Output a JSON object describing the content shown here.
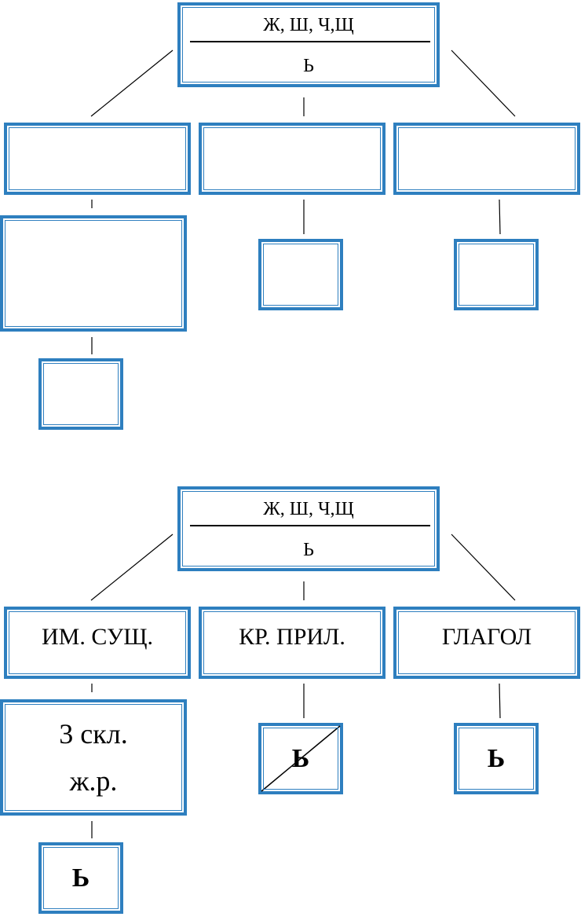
{
  "accent_color": "#2e7fbf",
  "diagram_empty": {
    "root": {
      "top": "Ж, Ш, Ч,Щ",
      "bottom": "Ь"
    },
    "categories": [
      "",
      "",
      ""
    ],
    "noun_class": [
      "",
      ""
    ],
    "signs": [
      "",
      "",
      ""
    ]
  },
  "diagram_filled": {
    "root": {
      "top": "Ж, Ш, Ч,Щ",
      "bottom": "Ь"
    },
    "categories": [
      "ИМ. СУЩ.",
      "КР. ПРИЛ.",
      "ГЛАГОЛ"
    ],
    "noun_class": [
      "3 скл.",
      "ж.р."
    ],
    "signs": [
      "Ь",
      "Ь",
      "Ь"
    ],
    "crossed_out_sign_index": 1
  }
}
